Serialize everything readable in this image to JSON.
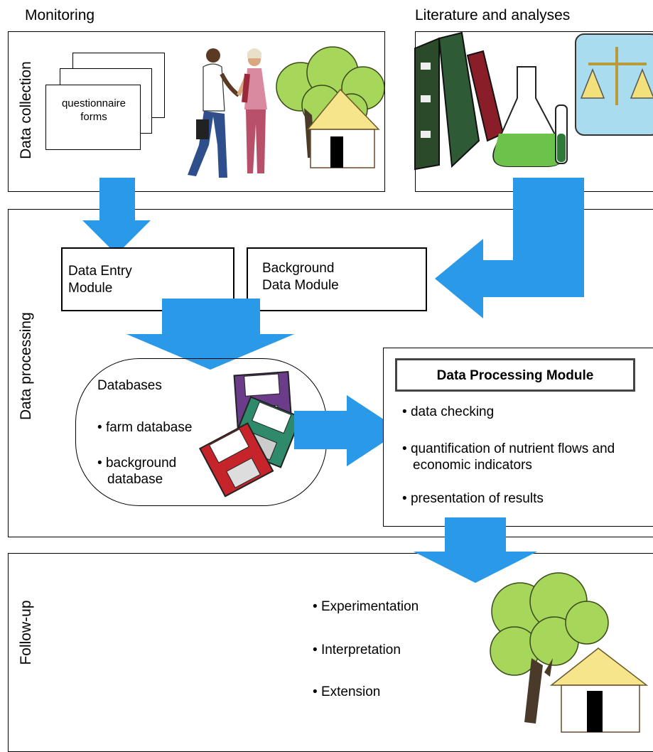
{
  "headings": {
    "monitoring": "Monitoring",
    "literature": "Literature and analyses"
  },
  "sections": {
    "data_collection": "Data collection",
    "data_processing": "Data processing",
    "follow_up": "Follow-up"
  },
  "forms_label": "questionnaire forms",
  "modules": {
    "data_entry": "Data Entry Module",
    "background": "Background Data Module",
    "processing_title": "Data Processing Module",
    "processing_items": [
      "data checking",
      "quantification of nutrient flows and economic indicators",
      "presentation of results"
    ]
  },
  "databases": {
    "title": "Databases",
    "items": [
      "farm database",
      "background database"
    ]
  },
  "follow_up_items": [
    "Experimentation",
    "Interpretation",
    "Extension"
  ],
  "colors": {
    "arrow": "#2a9ae8",
    "tree": "#a6d65a",
    "hut_roof": "#f7e58c"
  },
  "icons": [
    "people-handshake-icon",
    "tree-hut-icon",
    "books-flask-scale-icon",
    "floppy-disks-icon"
  ]
}
